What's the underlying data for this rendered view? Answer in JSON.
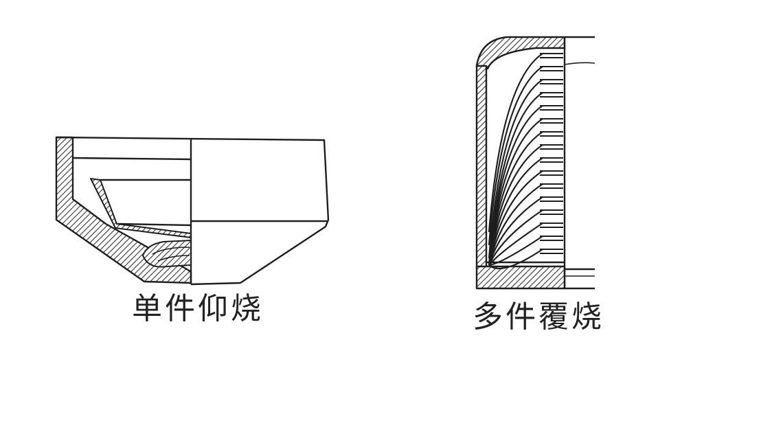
{
  "figures": [
    {
      "id": "single-piece-upright-firing",
      "caption": "单件仰烧"
    },
    {
      "id": "multi-piece-inverted-firing",
      "caption": "多件覆烧"
    }
  ],
  "colors": {
    "stroke": "#1e1e1e",
    "hatch": "#333333",
    "background": "#ffffff"
  }
}
